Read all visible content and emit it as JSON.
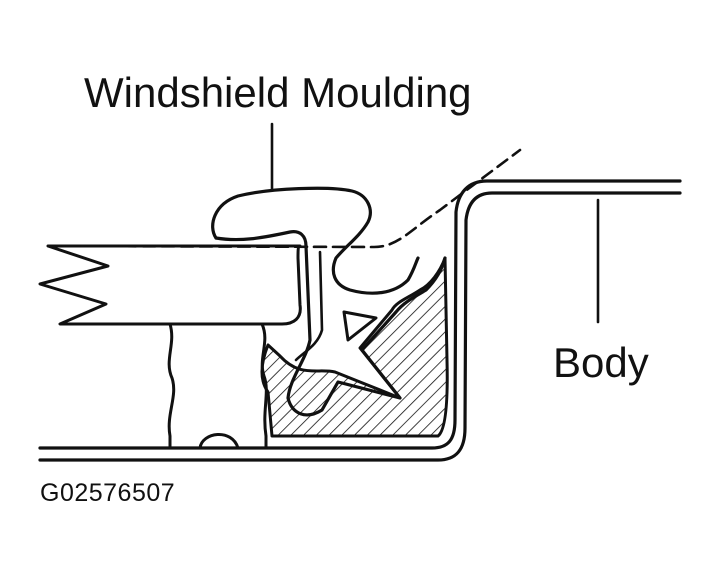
{
  "labels": {
    "moulding": "Windshield Moulding",
    "body": "Body",
    "figure_id": "G02576507"
  },
  "colors": {
    "line": "#111111",
    "background": "#ffffff"
  }
}
